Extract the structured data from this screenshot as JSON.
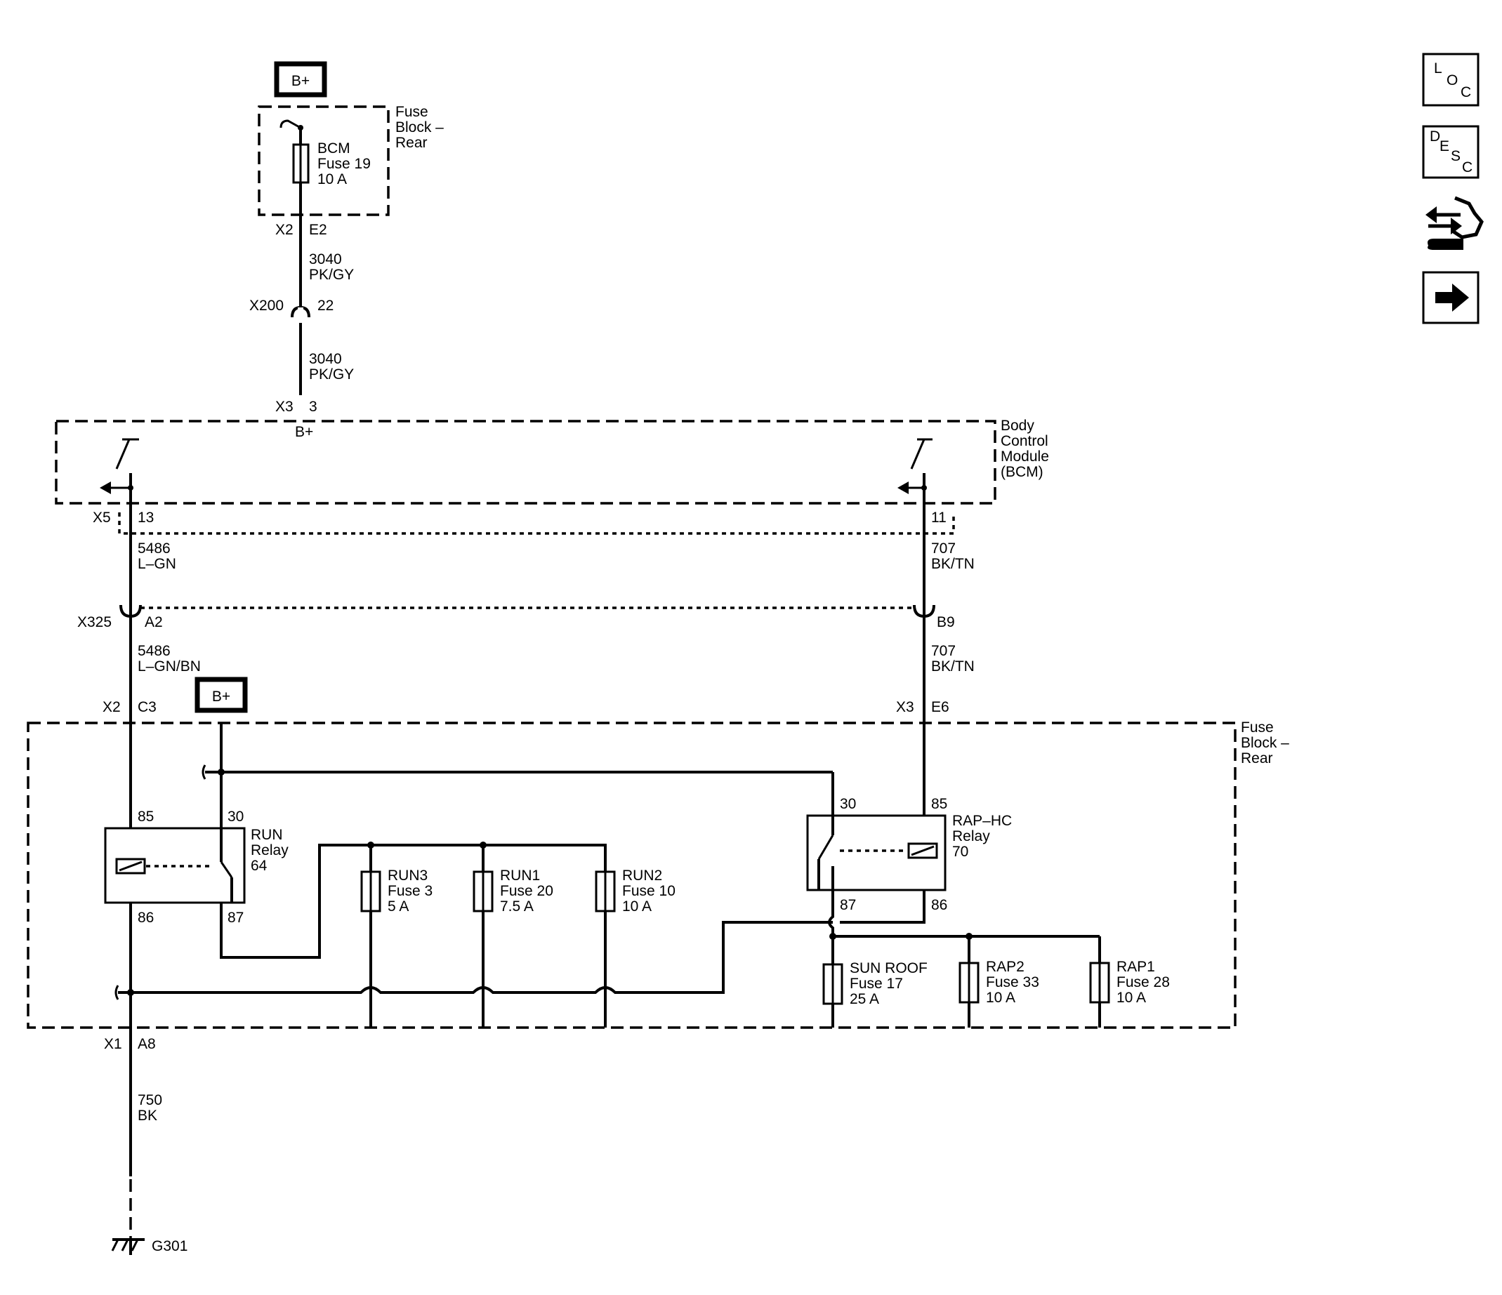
{
  "bplus_top": "B+",
  "bplus_relay": "B+",
  "fuse_block_top": [
    "Fuse",
    "Block –",
    "Rear"
  ],
  "fuse_block_bottom": [
    "Fuse",
    "Block –",
    "Rear"
  ],
  "bcm_fuse": [
    "BCM",
    "Fuse 19",
    "10 A"
  ],
  "conn_x2": "X2",
  "pin_e2": "E2",
  "wire_3040_a": [
    "3040",
    "PK/GY"
  ],
  "conn_x200": "X200",
  "pin_22": "22",
  "wire_3040_b": [
    "3040",
    "PK/GY"
  ],
  "conn_x3_top": "X3",
  "pin_3": "3",
  "bcm_bplus": "B+",
  "bcm_name": [
    "Body",
    "Control",
    "Module",
    "(BCM)"
  ],
  "conn_x5": "X5",
  "pin_13": "13",
  "pin_11": "11",
  "wire_5486_a": [
    "5486",
    "L–GN"
  ],
  "wire_707_a": [
    "707",
    "BK/TN"
  ],
  "conn_x325": "X325",
  "pin_a2": "A2",
  "pin_b9": "B9",
  "wire_5486_b": [
    "5486",
    "L–GN/BN"
  ],
  "wire_707_b": [
    "707",
    "BK/TN"
  ],
  "conn_x2_b": "X2",
  "pin_c3": "C3",
  "conn_x3_b": "X3",
  "pin_e6": "E6",
  "run_relay": {
    "label": [
      "RUN",
      "Relay",
      "64"
    ],
    "pin85": "85",
    "pin30": "30",
    "pin86": "86",
    "pin87": "87"
  },
  "rap_relay": {
    "label": [
      "RAP–HC",
      "Relay",
      "70"
    ],
    "pin30": "30",
    "pin85": "85",
    "pin87": "87",
    "pin86": "86"
  },
  "fuses": {
    "run3": [
      "RUN3",
      "Fuse 3",
      "5 A"
    ],
    "run1": [
      "RUN1",
      "Fuse 20",
      "7.5 A"
    ],
    "run2": [
      "RUN2",
      "Fuse 10",
      "10 A"
    ],
    "sunroof": [
      "SUN ROOF",
      "Fuse 17",
      "25 A"
    ],
    "rap2": [
      "RAP2",
      "Fuse 33",
      "10 A"
    ],
    "rap1": [
      "RAP1",
      "Fuse 28",
      "10 A"
    ]
  },
  "conn_x1": "X1",
  "pin_a8": "A8",
  "wire_750": [
    "750",
    "BK"
  ],
  "ground": "G301",
  "nav": {
    "loc": [
      "L",
      "O",
      "C"
    ],
    "desc": [
      "D",
      "E",
      "S",
      "C"
    ],
    "service_icon": "service-icon",
    "next_icon": "arrow-right-icon"
  }
}
